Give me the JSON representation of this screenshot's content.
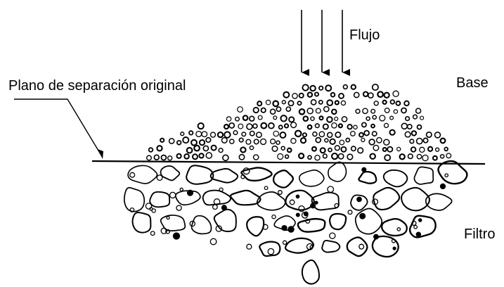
{
  "labels": {
    "flow": "Flujo",
    "base": "Base",
    "original_plane": "Plano de separación original",
    "filter": "Filtro"
  },
  "colors": {
    "ink": "#000000",
    "background": "#ffffff"
  }
}
